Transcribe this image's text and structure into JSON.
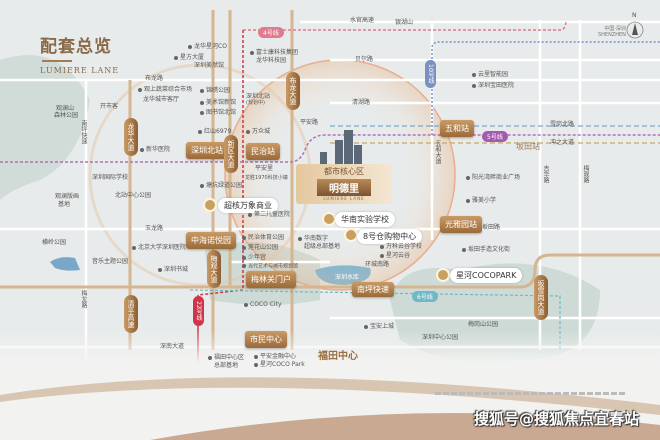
{
  "header": {
    "title": "配套总览",
    "subtitle": "LUMIERE LANE"
  },
  "project": {
    "zone": "都市核心区",
    "name": "明德里",
    "name_en": "LUMIERE LANE"
  },
  "compass": {
    "north": "N",
    "label": "中国·深圳",
    "label_en": "SHENZHEN"
  },
  "metro_lines": [
    {
      "label": "4号线",
      "color": "#e07a8c"
    },
    {
      "label": "10号线",
      "color": "#7a90c0"
    },
    {
      "label": "5号线",
      "color": "#a35bb0"
    },
    {
      "label": "6号线",
      "color": "#6fb8c8"
    },
    {
      "label": "22号线",
      "color": "#d0344a"
    }
  ],
  "stations": [
    "深圳北站",
    "民治站",
    "五和站",
    "坂田站",
    "光雅园站",
    "中海诺悦园",
    "梅林关门户",
    "南坪快速",
    "市民中心",
    "福田中心"
  ],
  "road_badges": [
    "龙华大道",
    "新区大道",
    "梅观大道",
    "布龙大道",
    "坂雪岗大道",
    "清平高速"
  ],
  "highlights": [
    "超核万象商业",
    "华南实验学校",
    "8号仓购物中心",
    "星河COCOPARK"
  ],
  "roads": [
    "水官高速",
    "五和大道",
    "布龙路",
    "玉龙路",
    "深南大道",
    "南坪快速",
    "坂田路",
    "梅观路",
    "吉华路",
    "雪岗北路",
    "冲之大道",
    "贝尔路",
    "平安路",
    "环城南路",
    "清湖路",
    "梅龙路"
  ],
  "pois": [
    "龙华星河CO",
    "星方大厦",
    "深圳美然馆",
    "富士康科技集团",
    "龙华科技园",
    "观上蔬菜综合市场",
    "龙华城市客厅",
    "开市客",
    "观澜山",
    "森林公园",
    "锦绣公园",
    "美术馆新馆",
    "图书馆北馆",
    "深圳北站",
    "(规划中)",
    "红山6979",
    "万众城",
    "新华医院",
    "深圳国际学校",
    "北站中心公园",
    "观澜版画",
    "基地",
    "塘坑绿道公园",
    "平安里",
    "龙胜1970科技小镇",
    "第二儿童医院",
    "音乐主题公园",
    "横岭公园",
    "北京大学深圳医院",
    "深圳书城",
    "莲花山公园",
    "少年宫",
    "当代艺术与城市规划馆",
    "福田中心区",
    "总部基地",
    "平安金融中心",
    "星河COCO Park",
    "华南数字",
    "超级总部基地",
    "万科云谷学校",
    "星河云谷",
    "云里智能园",
    "深圳宝田医院",
    "阳光湾畔商业广场",
    "雅美小学",
    "坂田手造文化街",
    "宝安上城",
    "梅岗山公园",
    "深圳中心公园",
    "民治体育公园",
    "COCO City",
    "银湖山",
    "深圳水库"
  ],
  "watermark": "搜狐号@搜狐焦点宜春站"
}
